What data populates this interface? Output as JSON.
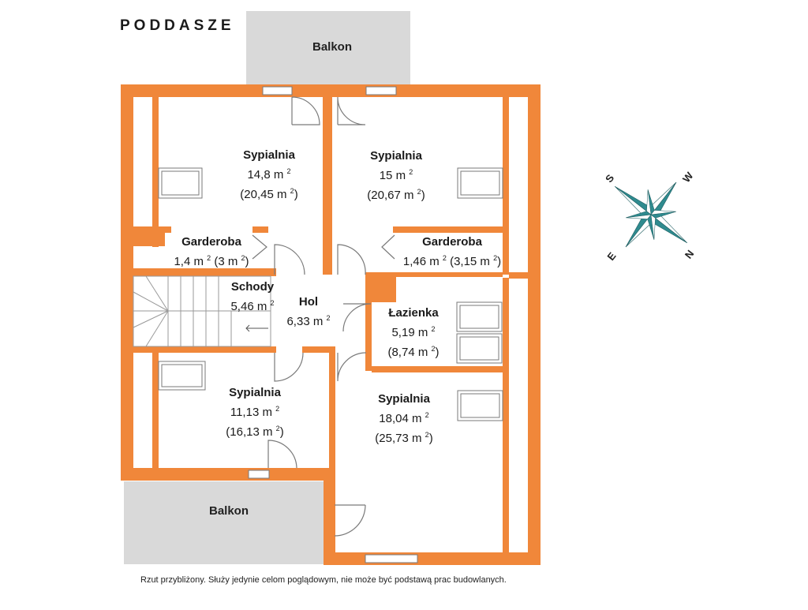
{
  "title": "PODDASZE",
  "balconies": {
    "top": "Balkon",
    "bottom": "Balkon"
  },
  "rooms": {
    "bedroom_top_left": {
      "name": "Sypialnia",
      "area": "14,8 m",
      "total": "(20,45 m"
    },
    "bedroom_top_right": {
      "name": "Sypialnia",
      "area": "15 m",
      "total": "(20,67 m"
    },
    "wardrobe_left": {
      "name": "Garderoba",
      "area": "1,4 m",
      "total": "(3 m"
    },
    "wardrobe_right": {
      "name": "Garderoba",
      "area": "1,46 m",
      "total": "(3,15 m"
    },
    "stairs": {
      "name": "Schody",
      "area": "5,46 m"
    },
    "hall": {
      "name": "Hol",
      "area": "6,33 m"
    },
    "bathroom": {
      "name": "Łazienka",
      "area": "5,19 m",
      "total": "(8,74 m"
    },
    "bedroom_bottom_left": {
      "name": "Sypialnia",
      "area": "11,13 m",
      "total": "(16,13 m"
    },
    "bedroom_bottom_right": {
      "name": "Sypialnia",
      "area": "18,04 m",
      "total": "(25,73 m"
    }
  },
  "superscript": "2",
  "compass": {
    "labels": {
      "n": "N",
      "s": "S",
      "e": "E",
      "w": "W"
    },
    "color": "#2f8b8f"
  },
  "colors": {
    "wall": "#f0873a",
    "balcony": "#d9d9d9",
    "fixture": "#7a7a7a"
  },
  "footer": "Rzut przybliżony. Służy jedynie celom poglądowym, nie może być podstawą prac budowlanych."
}
